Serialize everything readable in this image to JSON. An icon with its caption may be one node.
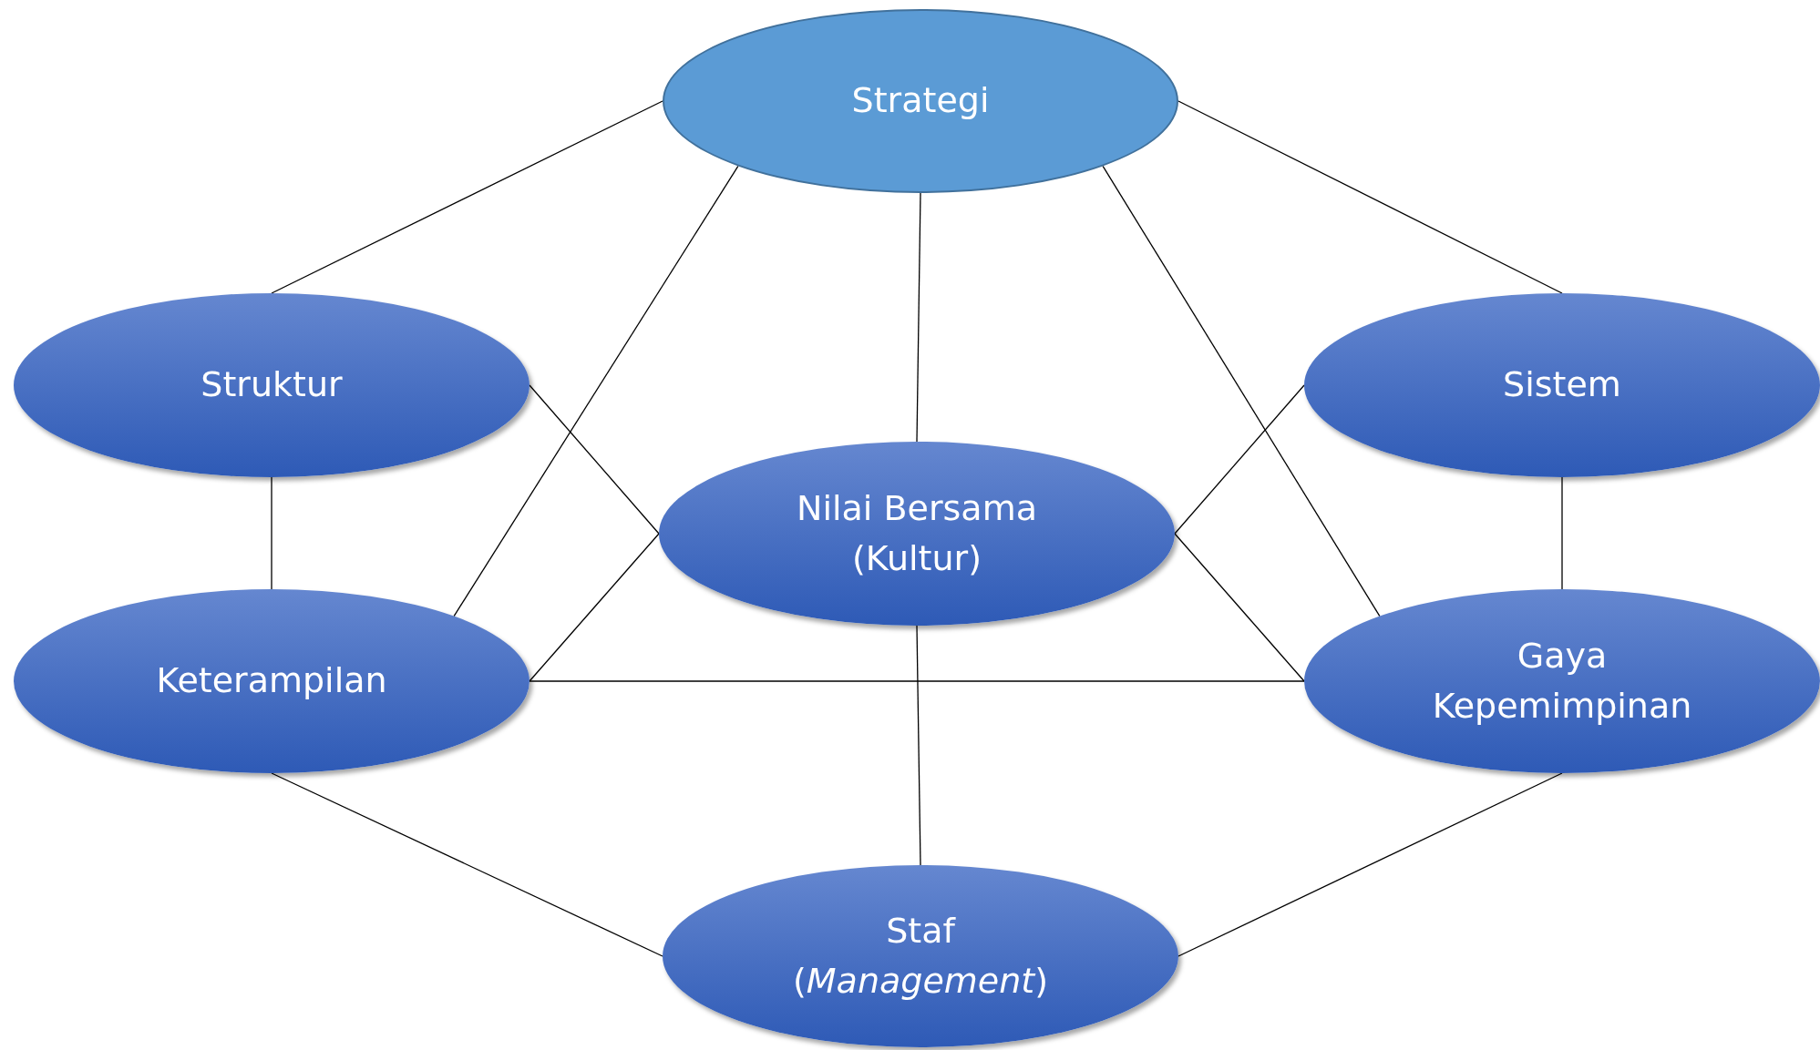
{
  "diagram": {
    "nodes": [
      {
        "text": [
          "Strategi"
        ]
      },
      {
        "text": [
          "Struktur"
        ]
      },
      {
        "text": [
          "Sistem"
        ]
      },
      {
        "text": [
          "Nilai Bersama (Kultur)"
        ]
      },
      {
        "text": [
          "Keterampilan"
        ]
      },
      {
        "text": [
          "Gaya Kepemimpinan"
        ]
      },
      {
        "text": [
          "Staf (*Management*)"
        ]
      }
    ],
    "edges": [
      {
        "from": 0,
        "to": 1,
        "arrow": "none"
      },
      {
        "from": 0,
        "to": 4,
        "arrow": "none"
      },
      {
        "from": 0,
        "to": 3,
        "arrow": "none"
      },
      {
        "from": 0,
        "to": 5,
        "arrow": "none"
      },
      {
        "from": 0,
        "to": 2,
        "arrow": "none"
      },
      {
        "from": 1,
        "to": 3,
        "arrow": "none"
      },
      {
        "from": 1,
        "to": 4,
        "arrow": "none"
      },
      {
        "from": 2,
        "to": 3,
        "arrow": "none"
      },
      {
        "from": 2,
        "to": 5,
        "arrow": "none"
      },
      {
        "from": 3,
        "to": 4,
        "arrow": "none"
      },
      {
        "from": 3,
        "to": 5,
        "arrow": "none"
      },
      {
        "from": 4,
        "to": 5,
        "arrow": "none"
      },
      {
        "from": 3,
        "to": 6,
        "arrow": "none"
      },
      {
        "from": 4,
        "to": 6,
        "arrow": "none"
      },
      {
        "from": 5,
        "to": 6,
        "arrow": "none"
      }
    ]
  }
}
